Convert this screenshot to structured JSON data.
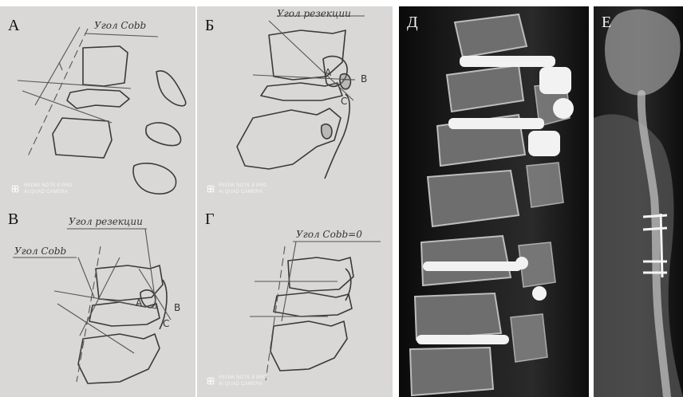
{
  "panels": {
    "a": {
      "letter": "А",
      "label": "Угол Cobb",
      "watermark_line1": "REDMI NOTE 8 PRO",
      "watermark_line2": "AI QUAD CAMERA"
    },
    "b": {
      "letter": "Б",
      "label": "Угол резекции",
      "mark_a": "A",
      "mark_b": "B",
      "mark_c": "C",
      "watermark_line1": "REDMI NOTE 8 PRO",
      "watermark_line2": "AI QUAD CAMERA"
    },
    "v": {
      "letter": "В",
      "label_resection": "Угол резекции",
      "label_cobb": "Угол Cobb",
      "mark_a": "A",
      "mark_b": "B",
      "mark_c": "C"
    },
    "g": {
      "letter": "Г",
      "label": "Угол Cobb=0",
      "watermark_line1": "REDMI NOTE 8 PRO",
      "watermark_line2": "AI QUAD CAMERA"
    },
    "d": {
      "letter": "Д"
    },
    "e": {
      "letter": "Е"
    }
  }
}
